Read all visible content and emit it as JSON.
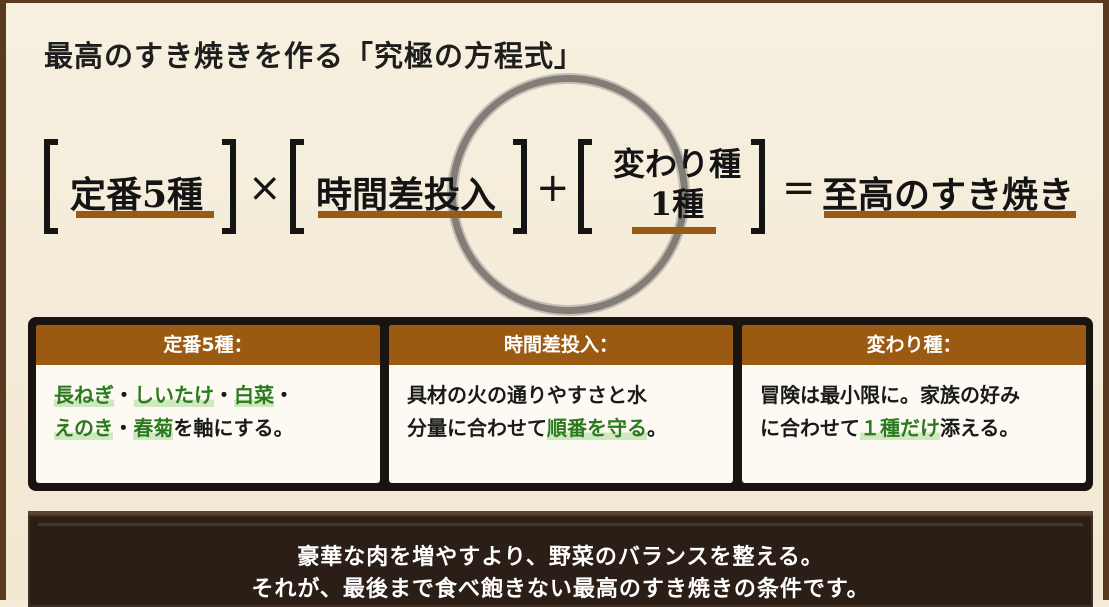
{
  "title": "最高のすき焼きを作る「究極の方程式」",
  "equation": {
    "term1": "定番5種",
    "times": "×",
    "term2": "時間差投入",
    "plus": "+",
    "term3_line1": "変わり種",
    "term3_line2": "1種",
    "equals": "=",
    "result": "至高のすき焼き"
  },
  "cards": [
    {
      "header": "定番5種：",
      "line1": [
        "長ねぎ",
        "・",
        "しいたけ",
        "・",
        "白菜",
        "・"
      ],
      "line2": [
        "えのき",
        "・",
        "春菊",
        "を軸にする。"
      ]
    },
    {
      "header": "時間差投入：",
      "line1": [
        "具材の火の通りやすさと水"
      ],
      "line2": [
        "分量に合わせて",
        "順番を守る",
        "。"
      ]
    },
    {
      "header": "変わり種：",
      "line1": [
        "冒険は最小限に。家族の好み"
      ],
      "line2": [
        "に合わせて",
        "１種だけ",
        "添える。"
      ]
    }
  ],
  "footer": {
    "line1": "豪華な肉を増やすより、野菜のバランスを整える。",
    "line2": "それが、最後まで食べ飽きない最高のすき焼きの条件です。"
  },
  "colors": {
    "accent_brown": "#9b5a12",
    "highlight_green": "#2b7a1e",
    "panel_dark": "#1a1410",
    "footer_dark": "#2b1e16"
  }
}
